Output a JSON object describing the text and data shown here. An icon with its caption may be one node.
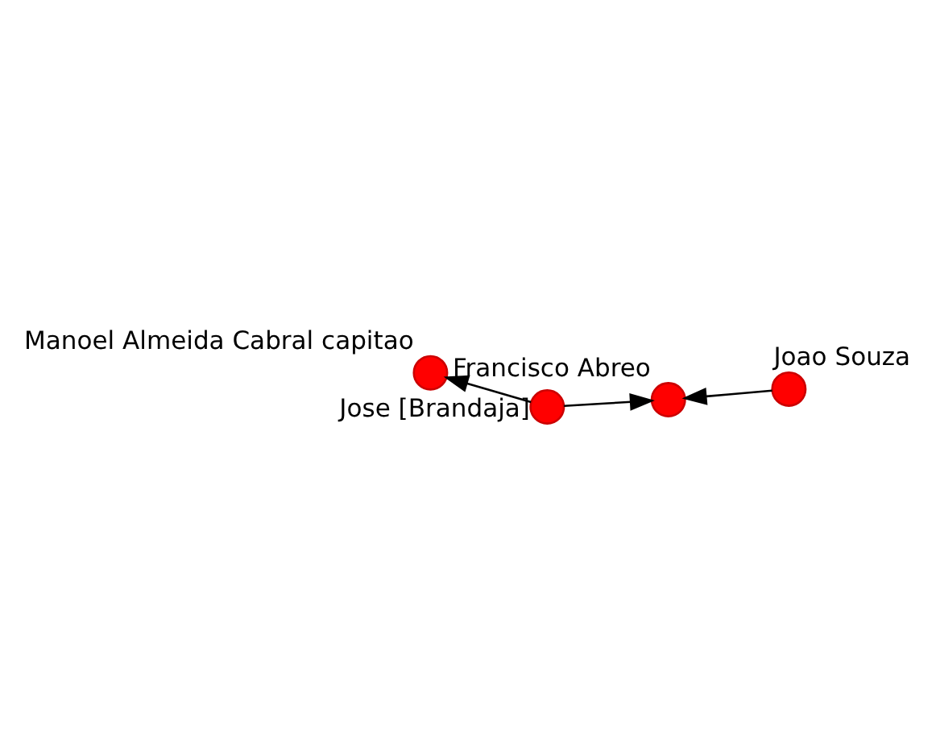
{
  "diagram": {
    "nodes": [
      {
        "text": [],
        "shape": "circle",
        "beside": [
          "Francisco Abreo"
        ]
      },
      {
        "text": [],
        "shape": "circle",
        "beside": [
          "Joao Souza"
        ]
      },
      {
        "text": [],
        "shape": "circle",
        "beside": [
          "Jose [Brandaja]"
        ]
      },
      {
        "text": [],
        "shape": "circle",
        "beside": [
          "Manoel Almeida Cabral capitao"
        ]
      }
    ],
    "edges": [
      {
        "from": 1,
        "to": 0,
        "arrow": "to"
      },
      {
        "from": 2,
        "to": 0,
        "arrow": "to"
      },
      {
        "from": 2,
        "to": 3,
        "arrow": "to"
      }
    ]
  }
}
